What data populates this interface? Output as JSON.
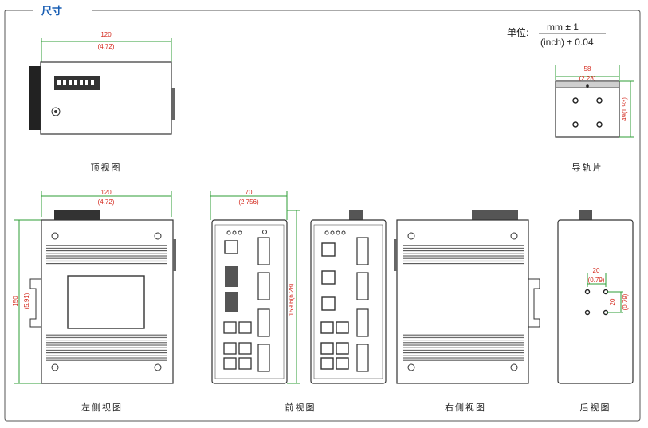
{
  "title": "尺寸",
  "unit": {
    "prefix": "单位:",
    "numerator": "mm ± 1",
    "denominator": "(inch) ± 0.04"
  },
  "views": {
    "top": {
      "caption": "顶视图",
      "width_mm": "120",
      "width_in": "(4.72)"
    },
    "rail": {
      "caption": "导轨片",
      "width_mm": "58",
      "width_in": "(2.28)",
      "height": "49(1.93)"
    },
    "left": {
      "caption": "左侧视图",
      "width_mm": "120",
      "width_in": "(4.72)",
      "height_mm": "150",
      "height_in": "(5.91)"
    },
    "front": {
      "caption": "前视图",
      "width_mm": "70",
      "width_in": "(2.756)",
      "height": "159.6(6.28)"
    },
    "right": {
      "caption": "右侧视图"
    },
    "back": {
      "caption": "后视图",
      "h_spacing_mm": "20",
      "h_spacing_in": "(0.79)",
      "v_spacing_mm": "20",
      "v_spacing_in": "(0.79)"
    }
  },
  "colors": {
    "title": "#1a5fb4",
    "dimension": "#d42a1e",
    "dim_line": "#2e9d35",
    "frame": "#555555"
  }
}
